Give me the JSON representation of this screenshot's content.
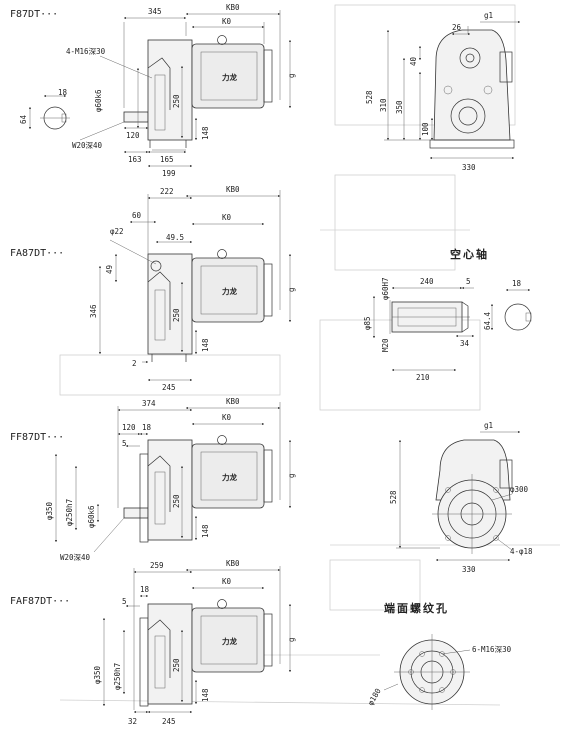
{
  "models": {
    "f87": "F87DT···",
    "fa87": "FA87DT···",
    "ff87": "FF87DT···",
    "faf87": "FAF87DT···"
  },
  "brand_mark": "力龙",
  "section_titles": {
    "hollow_shaft": "空心轴",
    "face_thread_holes": "端面螺纹孔"
  },
  "f87": {
    "d345": "345",
    "kb0": "KB0",
    "k0": "K0",
    "thread": "4-M16深30",
    "d18": "18",
    "d64": "64",
    "shaft": "φ60k6",
    "d250": "250",
    "d120": "120",
    "center": "W20深40",
    "d148": "148",
    "d163": "163",
    "d165": "165",
    "d199": "199",
    "g1": "g1",
    "d26": "26",
    "d40": "40",
    "d528": "528",
    "d310": "310",
    "d350": "350",
    "d100": "100",
    "d330": "330",
    "g": "g"
  },
  "fa87": {
    "d222": "222",
    "kb0": "KB0",
    "d60": "60",
    "k0": "K0",
    "d22": "φ22",
    "d49_5": "49.5",
    "d49": "49",
    "d346": "346",
    "d250": "250",
    "d148": "148",
    "d2": "2",
    "d245": "245",
    "g": "g"
  },
  "hollow": {
    "d240": "240",
    "d5": "5",
    "d18": "18",
    "bore": "φ60H7",
    "d85": "φ85",
    "d64_4": "64.4",
    "center": "M20",
    "d34": "34",
    "d210": "210"
  },
  "ff87": {
    "d374": "374",
    "kb0": "KB0",
    "d120": "120",
    "d18": "18",
    "k0": "K0",
    "d5": "5",
    "d350": "φ350",
    "d250": "φ250h7",
    "shaft": "φ60k6",
    "d250v": "250",
    "d148": "148",
    "center": "W20深40",
    "g": "g",
    "g1": "g1",
    "d528": "528",
    "d300": "φ300",
    "holes": "4-φ18",
    "d330": "330"
  },
  "faf87": {
    "d259": "259",
    "kb0": "KB0",
    "d18": "18",
    "k0": "K0",
    "d5": "5",
    "d350": "φ350",
    "d250": "φ250h7",
    "d250v": "250",
    "d148": "148",
    "d32": "32",
    "d245": "245",
    "g": "g",
    "d180": "φ180",
    "threads": "6-M16深30"
  }
}
